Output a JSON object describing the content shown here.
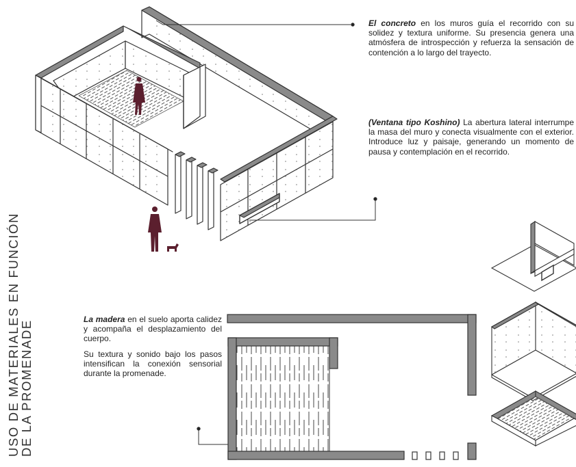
{
  "title": {
    "line1": "USO DE MATERIALES EN FUNCIÓN",
    "line2": "DE LA PROMENADE"
  },
  "annotations": {
    "concrete": {
      "highlight": "El concreto",
      "text": " en los muros guía el recorrido con su solidez y textura uniforme. Su presencia genera una atmósfera de introspección y refuerza la sensación de contención a lo largo del trayecto."
    },
    "window": {
      "highlight": "(Ventana tipo Koshino)",
      "text": " La abertura lateral interrumpe la masa del muro y conecta visualmente con el exterior. Introduce luz y paisaje, generando un momento de pausa y contemplación en el recorrido."
    },
    "wood": {
      "highlight": "La madera",
      "text": " en el suelo aporta calidez y acompaña el desplazamiento del cuerpo.",
      "text2": "Su textura y sonido bajo los pasos intensifican la conexión sensorial durante la promenade."
    }
  },
  "colors": {
    "line": "#333333",
    "wall_top": "#8a8a8a",
    "wall_face": "#ffffff",
    "figure": "#5b1f2e"
  }
}
